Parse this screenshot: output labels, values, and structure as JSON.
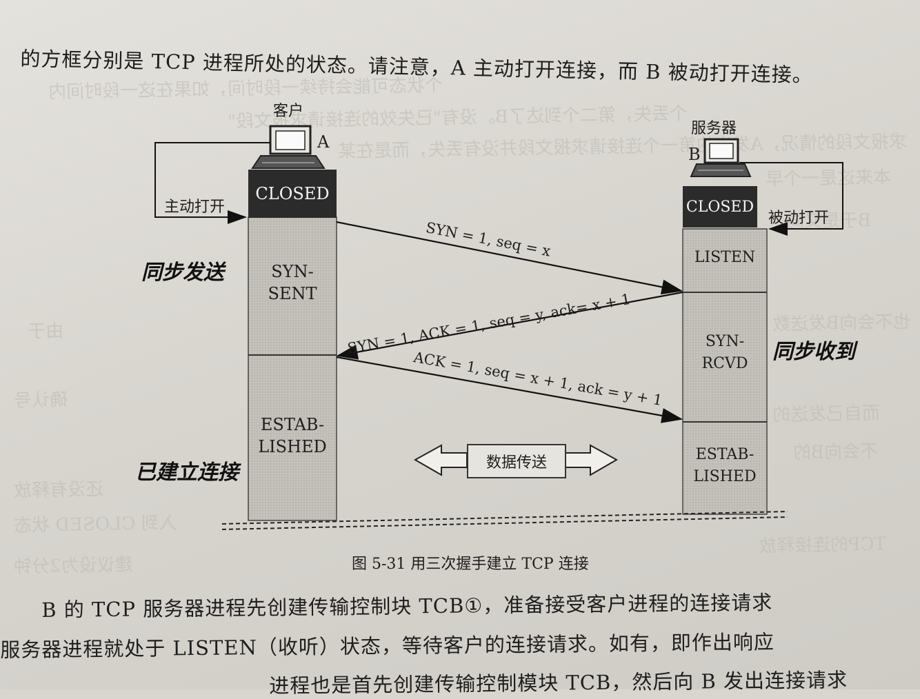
{
  "text": {
    "top_line": "的方框分别是 TCP 进程所处的状态。请注意，A 主动打开连接，而 B 被动打开连接。",
    "caption": "图 5-31 用三次握手建立 TCP 连接",
    "body_line1": "B 的 TCP 服务器进程先创建传输控制块 TCB①，准备接受客户进程的连接请求",
    "body_line2": "服务器进程就处于 LISTEN（收听）状态，等待客户的连接请求。如有，即作出响应",
    "body_line3": "进程也是首先创建传输控制模块 TCB，然后向 B 发出连接请求"
  },
  "client": {
    "title": "客户",
    "letter": "A",
    "open_label": "主动打开",
    "states": {
      "closed": "CLOSED",
      "syn_sent": "SYN-\nSENT",
      "established": "ESTAB-\nLISHED"
    }
  },
  "server": {
    "title": "服务器",
    "letter": "B",
    "open_label": "被动打开",
    "states": {
      "closed": "CLOSED",
      "listen": "LISTEN",
      "syn_rcvd": "SYN-\nRCVD",
      "established": "ESTAB-\nLISHED"
    }
  },
  "messages": {
    "m1": "SYN = 1, seq = x",
    "m2": "SYN = 1, ACK = 1, seq = y, ack= x + 1",
    "m3": "ACK = 1, seq = x + 1, ack = y + 1"
  },
  "data_transfer": "数据传送",
  "handwriting": {
    "h1": "同步发送",
    "h2": "同步收到",
    "h3": "已建立连接"
  }
}
